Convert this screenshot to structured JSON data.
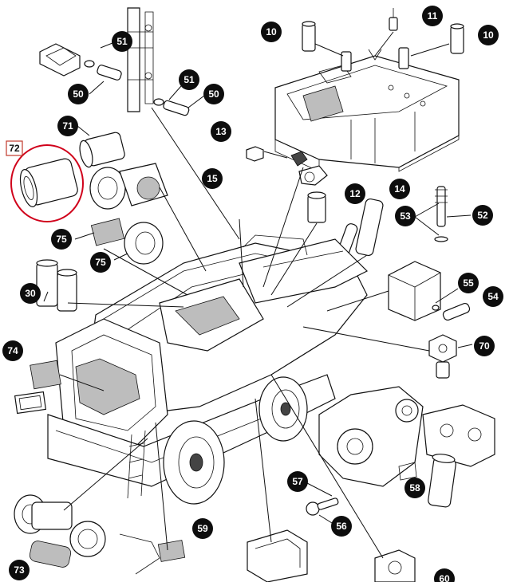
{
  "selected_label": "72",
  "callouts": [
    {
      "id": "c51a",
      "label": "51"
    },
    {
      "id": "c50a",
      "label": "50"
    },
    {
      "id": "c51b",
      "label": "51"
    },
    {
      "id": "c50b",
      "label": "50"
    },
    {
      "id": "c71",
      "label": "71"
    },
    {
      "id": "c10a",
      "label": "10"
    },
    {
      "id": "c11",
      "label": "11"
    },
    {
      "id": "c10b",
      "label": "10"
    },
    {
      "id": "c13",
      "label": "13"
    },
    {
      "id": "c15",
      "label": "15"
    },
    {
      "id": "c12",
      "label": "12"
    },
    {
      "id": "c14",
      "label": "14"
    },
    {
      "id": "c53",
      "label": "53"
    },
    {
      "id": "c52",
      "label": "52"
    },
    {
      "id": "c75a",
      "label": "75"
    },
    {
      "id": "c75b",
      "label": "75"
    },
    {
      "id": "c30",
      "label": "30"
    },
    {
      "id": "c55",
      "label": "55"
    },
    {
      "id": "c54",
      "label": "54"
    },
    {
      "id": "c74",
      "label": "74"
    },
    {
      "id": "c70",
      "label": "70"
    },
    {
      "id": "c57",
      "label": "57"
    },
    {
      "id": "c56",
      "label": "56"
    },
    {
      "id": "c58",
      "label": "58"
    },
    {
      "id": "c59",
      "label": "59"
    },
    {
      "id": "c73",
      "label": "73"
    },
    {
      "id": "c60",
      "label": "60"
    }
  ]
}
